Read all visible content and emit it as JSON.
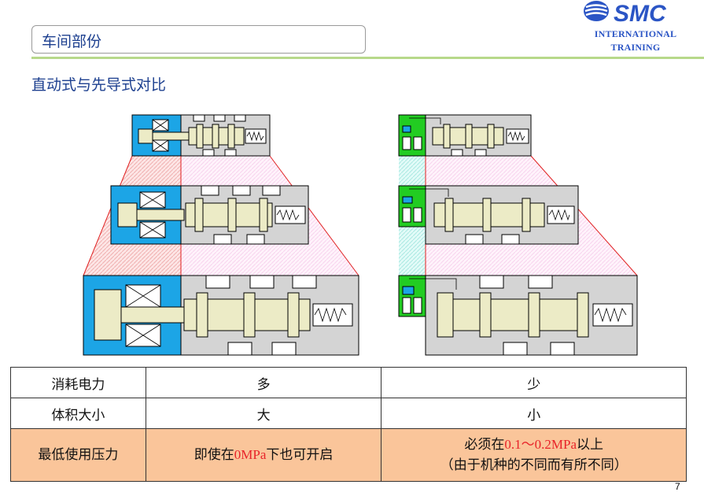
{
  "header": {
    "title": "车间部份"
  },
  "logo": {
    "brand": "SMC",
    "line1": "INTERNATIONAL",
    "line2": "TRAINING"
  },
  "subtitle": "直动式与先导式对比",
  "table": {
    "rows": [
      {
        "label": "消耗电力",
        "direct": "多",
        "pilot": "少"
      },
      {
        "label": "体积大小",
        "direct": "大",
        "pilot": "小"
      },
      {
        "label": "最低使用压力",
        "direct_pre": "即使在",
        "direct_red": "0MPa",
        "direct_post": "下也可开启",
        "pilot_pre": "必须在",
        "pilot_red": "0.1～0.2MPa",
        "pilot_post": "以上",
        "pilot_line2": "（由于机种的不同而有所不同）"
      }
    ]
  },
  "page_number": "7",
  "colors": {
    "coil_blue": "#1ca5e6",
    "pilot_green": "#22cc22",
    "highlight_row": "#fac59a",
    "red_text": "#e8242a",
    "title_blue": "#1c3f8f"
  }
}
